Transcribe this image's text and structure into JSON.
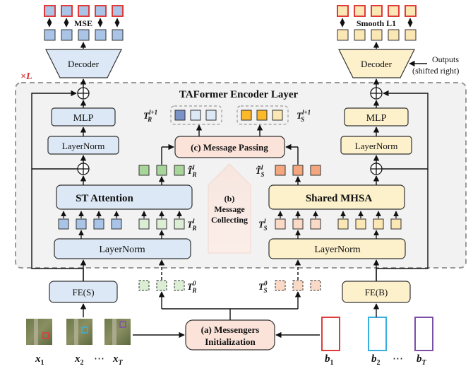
{
  "colors": {
    "blue_fill": "#dce8f5",
    "blue_token": "#a9c4e6",
    "yellow_fill": "#fdf1cc",
    "yellow_token": "#fbe7b3",
    "green_token": "#a8d59a",
    "green_light": "#dbeed3",
    "orange_token": "#f4a77f",
    "orange_light": "#fbd9c7",
    "orange_bright": "#fbb829",
    "red_outline": "#e03b3b",
    "pink_panel": "#fbe3da",
    "purple_outline": "#7c4fa6",
    "cyan_outline": "#39aee0"
  },
  "labels": {
    "times_L": "×L",
    "encoder_title": "TAFormer Encoder Layer",
    "mse": "MSE",
    "smooth_l1": "Smooth L1",
    "decoder_left": "Decoder",
    "decoder_right": "Decoder",
    "outputs": "Outputs",
    "shifted_right": "(shifted right)",
    "mlp_left": "MLP",
    "mlp_right": "MLP",
    "layernorm_left_top": "LayerNorm",
    "layernorm_right_top": "LayerNorm",
    "st_attention": "ST Attention",
    "shared_mhsa": "Shared MHSA",
    "layernorm_left_bottom": "LayerNorm",
    "layernorm_right_bottom": "LayerNorm",
    "message_passing": "(c) Message Passing",
    "collecting_b": "(b)",
    "collecting_1": "Message",
    "collecting_2": "Collecting",
    "fe_s": "FE(S)",
    "fe_b": "FE(B)",
    "messengers_1": "(a) Messengers",
    "messengers_2": "Initialization",
    "x1": "x",
    "x2": "x",
    "xT": "x",
    "b1": "b",
    "b2": "b",
    "bT": "b",
    "dots": "⋯",
    "tr_next": "T",
    "ts_next": "T",
    "tr_tilde": "T̃",
    "ts_tilde": "T̃",
    "tr_l": "T",
    "ts_l": "T",
    "tr_0": "T",
    "ts_0": "T"
  }
}
